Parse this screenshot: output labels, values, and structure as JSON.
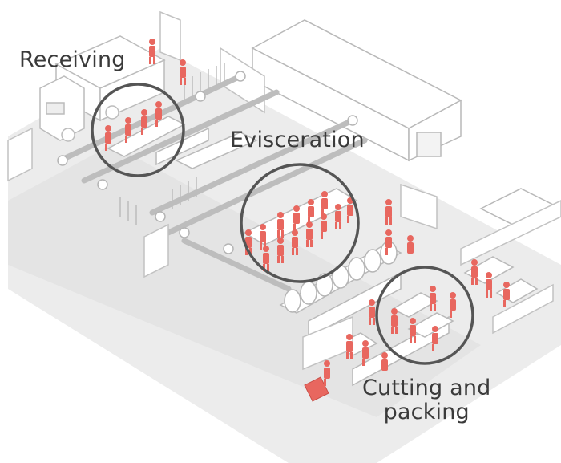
{
  "labels": {
    "receiving": "Receiving",
    "evisceration": "Evisceration",
    "cutting_line1": "Cutting and",
    "cutting_line2": "packing"
  },
  "colors": {
    "worker": "#e8675f",
    "floor": "#ececec",
    "structure_fill": "#ffffff",
    "structure_stroke": "#b9b9b9",
    "highlight_circle": "#555555",
    "label_text": "#3a3a3a"
  }
}
